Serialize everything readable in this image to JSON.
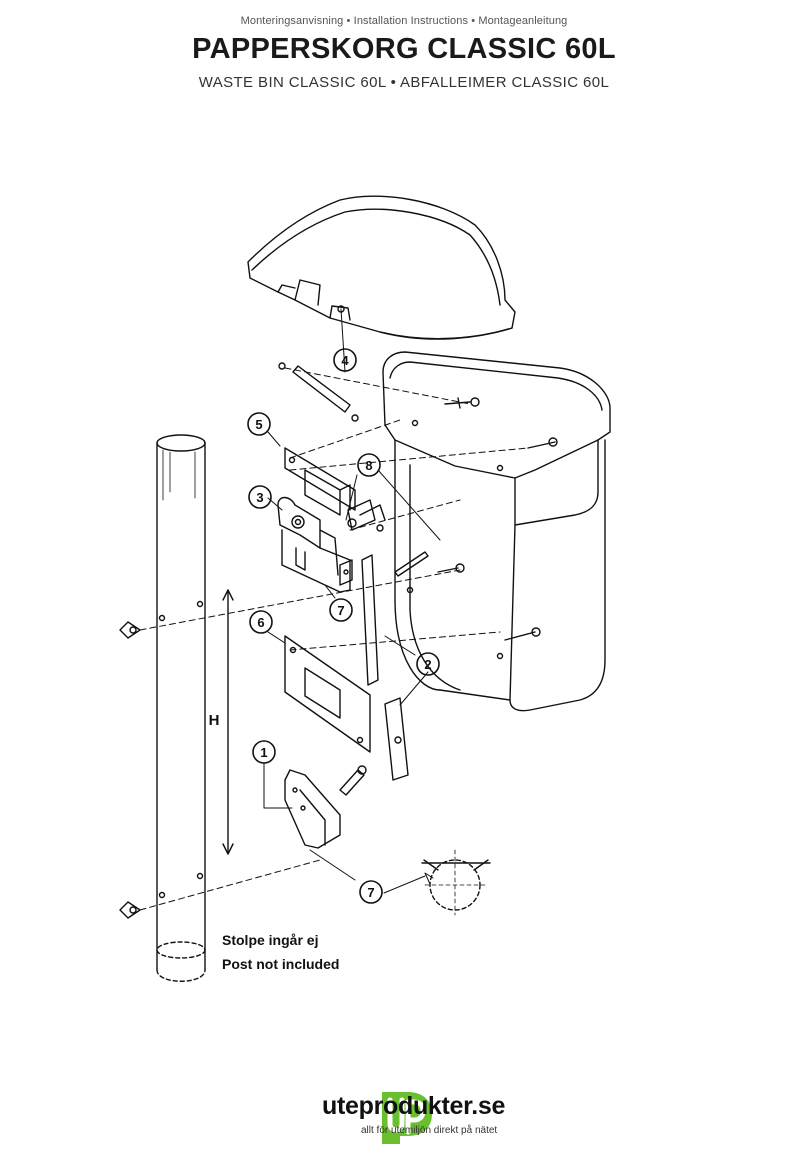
{
  "header": {
    "languages": "Monteringsanvisning • Installation Instructions • Montageanleitung",
    "title": "PAPPERSKORG CLASSIC 60L",
    "subtitle": "WASTE BIN CLASSIC 60L • ABFALLEIMER CLASSIC 60L"
  },
  "callouts": [
    "1",
    "2",
    "3",
    "4",
    "5",
    "6",
    "7",
    "7",
    "8"
  ],
  "dimension_label": "H",
  "notes": {
    "line1": "Stolpe ingår ej",
    "line2": "Post not included"
  },
  "logo": {
    "brand": "uteprodukter.se",
    "tagline": "allt för utemiljön direkt på nätet",
    "color": "#6abf2e"
  }
}
